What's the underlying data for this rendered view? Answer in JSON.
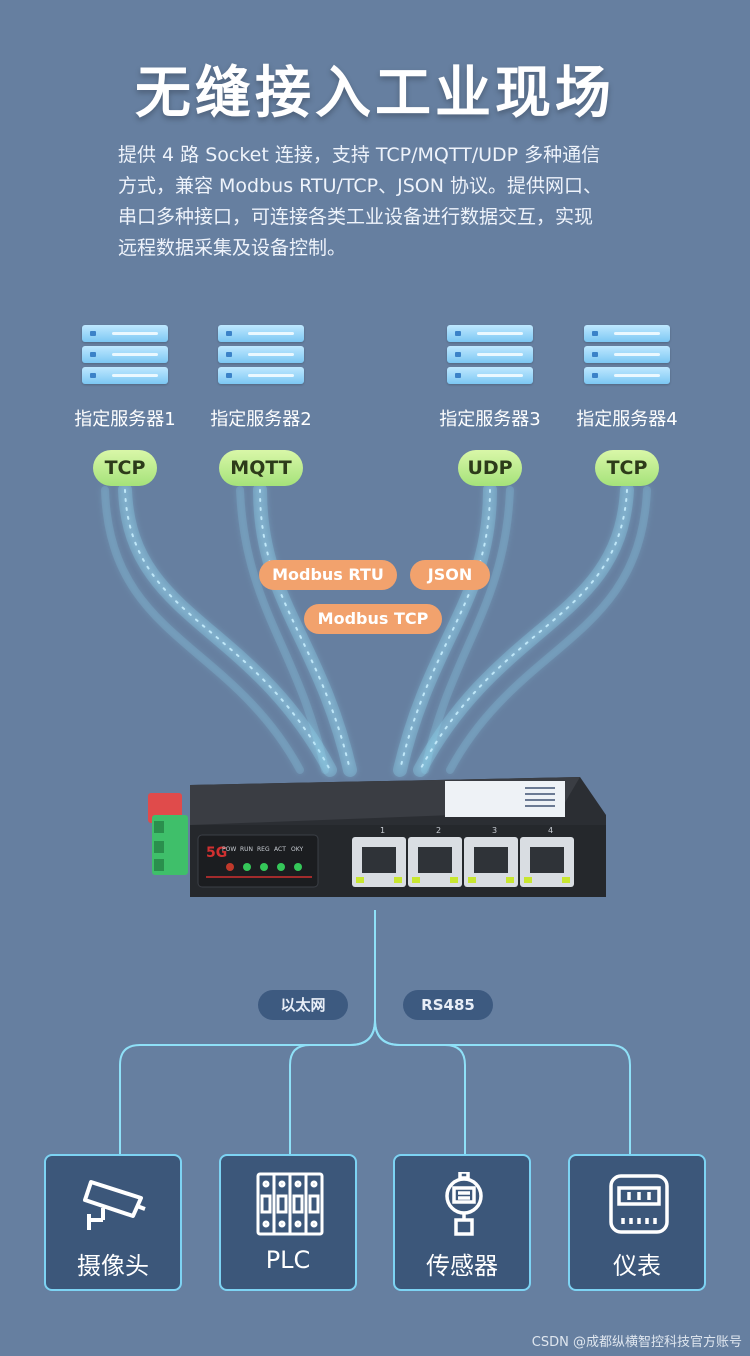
{
  "title": "无缝接入工业现场",
  "description_lines": [
    "提供 4 路 Socket 连接，支持 TCP/MQTT/UDP 多种通信",
    "方式，兼容 Modbus RTU/TCP、JSON 协议。提供网口、",
    "串口多种接口，可连接各类工业设备进行数据交互，实现",
    "远程数据采集及设备控制。"
  ],
  "servers": [
    {
      "label": "指定服务器1",
      "protocol": "TCP"
    },
    {
      "label": "指定服务器2",
      "protocol": "MQTT"
    },
    {
      "label": "指定服务器3",
      "protocol": "UDP"
    },
    {
      "label": "指定服务器4",
      "protocol": "TCP"
    }
  ],
  "formats": [
    "Modbus RTU",
    "JSON",
    "Modbus TCP"
  ],
  "router": {
    "logo": "5G",
    "leds": [
      "POW",
      "RUN",
      "REG",
      "ACT",
      "OKY"
    ],
    "ports": [
      "1",
      "2",
      "3",
      "4"
    ]
  },
  "interfaces": [
    "以太网",
    "RS485"
  ],
  "devices": [
    {
      "label": "摄像头",
      "icon": "camera-icon"
    },
    {
      "label": "PLC",
      "icon": "plc-icon"
    },
    {
      "label": "传感器",
      "icon": "sensor-icon"
    },
    {
      "label": "仪表",
      "icon": "meter-icon"
    }
  ],
  "footer": "CSDN @成都纵横智控科技官方账号",
  "colors": {
    "background": "#667fa0",
    "protocol_badge": "#a5e27a",
    "format_badge": "#f2a26d",
    "interface_badge": "#3d5a80",
    "accent_line": "#7dd3f3"
  }
}
